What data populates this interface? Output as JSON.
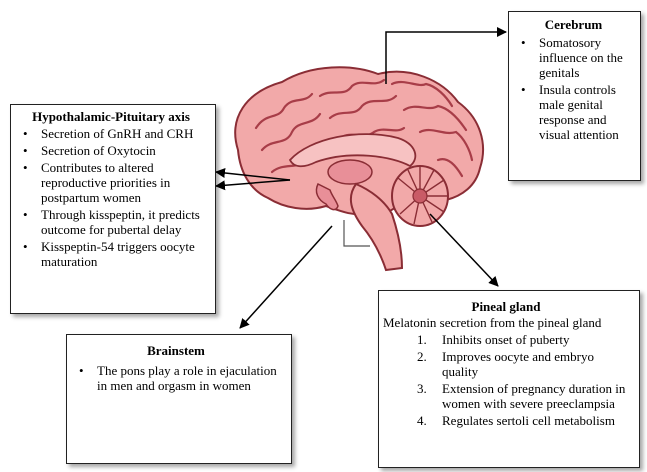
{
  "cerebrum": {
    "title": "Cerebrum",
    "items": [
      "Somatosory influence on the genitals",
      "Insula controls male genital response and visual attention"
    ]
  },
  "hpa": {
    "title": "Hypothalamic-Pituitary axis",
    "items": [
      "Secretion of GnRH and CRH",
      "Secretion of Oxytocin",
      "Contributes to altered reproductive priorities in postpartum women",
      "Through kisspeptin, it predicts outcome for pubertal delay",
      "Kisspeptin-54 triggers oocyte  maturation"
    ]
  },
  "brainstem": {
    "title": "Brainstem",
    "items": [
      "The pons play a role in ejaculation in men and orgasm in women"
    ]
  },
  "pineal": {
    "title": "Pineal gland",
    "intro": "Melatonin secretion from the pineal gland",
    "items": [
      {
        "num": "1.",
        "text": "Inhibits onset of puberty"
      },
      {
        "num": "2.",
        "text": "Improves oocyte and embryo quality"
      },
      {
        "num": "3.",
        "text": "Extension of pregnancy duration in women with severe preeclampsia"
      },
      {
        "num": "4.",
        "text": "Regulates sertoli cell metabolism"
      }
    ]
  },
  "colors": {
    "brain_fill": "#f2a9a9",
    "brain_stroke": "#8a2d35",
    "brain_dark": "#c95b66",
    "arrow": "#000000"
  },
  "icons": [
    "brain-illustration"
  ]
}
